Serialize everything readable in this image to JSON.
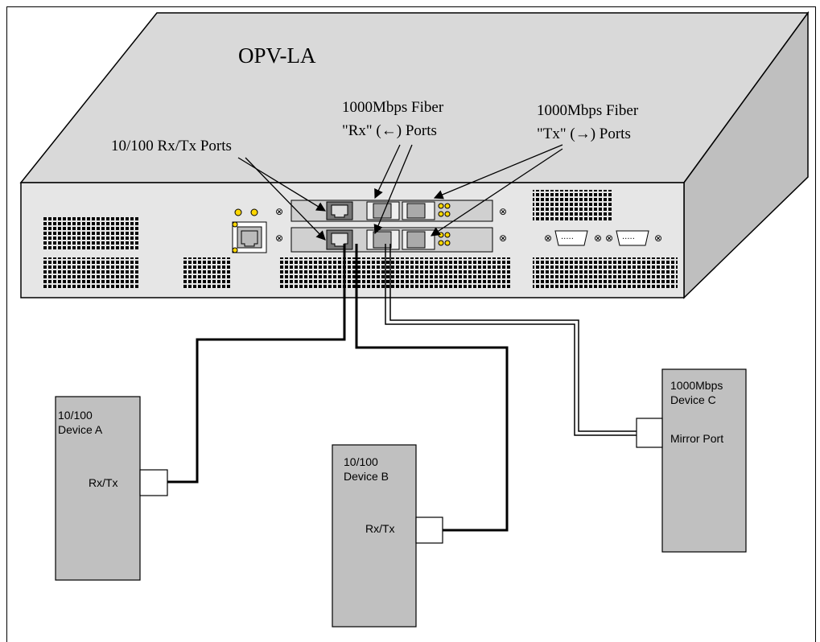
{
  "device_name": "OPV-LA",
  "callouts": {
    "copper_ports": "10/100 Rx/Tx Ports",
    "fiber_rx_line1": "1000Mbps Fiber",
    "fiber_rx_line2": "\"Rx\" (←) Ports",
    "fiber_tx_line1": "1000Mbps Fiber",
    "fiber_tx_line2": "\"Tx\" (→) Ports"
  },
  "devices": {
    "a": {
      "line1": "10/100",
      "line2": "Device A",
      "port": "Rx/Tx"
    },
    "b": {
      "line1": "10/100",
      "line2": "Device B",
      "port": "Rx/Tx"
    },
    "c": {
      "line1": "1000Mbps",
      "line2": "Device C",
      "port": "Mirror Port"
    }
  },
  "colors": {
    "device_box": "#c0c0c0",
    "chassis_top": "#d9d9d9",
    "chassis_side": "#bfbfbf",
    "chassis_front": "#e6e6e6",
    "led": "#ffd700"
  }
}
